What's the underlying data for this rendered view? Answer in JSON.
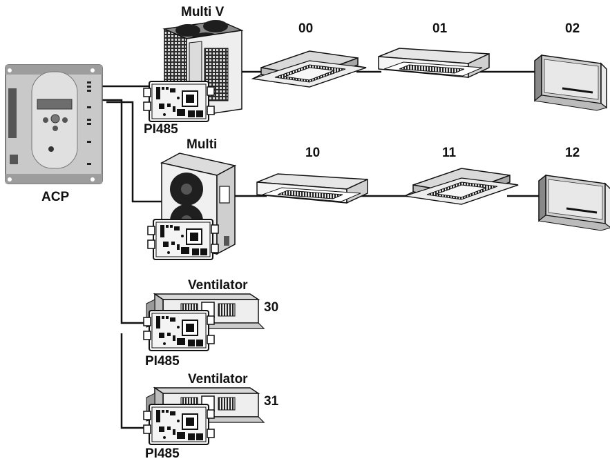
{
  "controller": {
    "label": "ACP"
  },
  "systems": [
    {
      "name": "Multi V",
      "interface": "PI485",
      "indoor_units": [
        {
          "address": "00"
        },
        {
          "address": "01"
        },
        {
          "address": "02"
        }
      ]
    },
    {
      "name": "Multi",
      "indoor_units": [
        {
          "address": "10"
        },
        {
          "address": "11"
        },
        {
          "address": "12"
        }
      ]
    }
  ],
  "ventilators": [
    {
      "name": "Ventilator",
      "address": "30",
      "interface": "PI485"
    },
    {
      "name": "Ventilator",
      "address": "31",
      "interface": "PI485"
    }
  ],
  "colors": {
    "line": "#111111",
    "device_grey": "#bfbfbf",
    "device_dark": "#333333",
    "board": "#1a1a1a"
  }
}
